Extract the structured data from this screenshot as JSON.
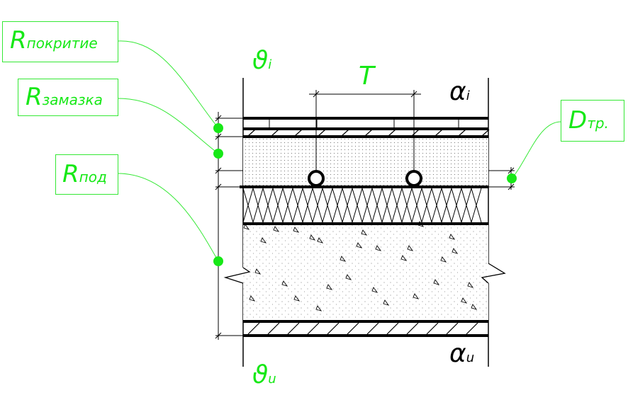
{
  "labels": {
    "r_pokritie": {
      "main": "R",
      "sub": "покритие"
    },
    "r_zamazka": {
      "main": "R",
      "sub": "замазка"
    },
    "r_pod": {
      "main": "R",
      "sub": "под"
    },
    "d_tr": {
      "main": "D",
      "sub": "тр."
    }
  },
  "symbols": {
    "theta_i": {
      "main": "ϑ",
      "sub": "i"
    },
    "theta_u": {
      "main": "ϑ",
      "sub": "u"
    },
    "alpha_i": {
      "main": "α",
      "sub": "i"
    },
    "alpha_u": {
      "main": "α",
      "sub": "u"
    },
    "pipe_spacing": "T"
  },
  "colors": {
    "annotation": "#17e817",
    "leader": "#35e835",
    "drawing": "#000000"
  }
}
